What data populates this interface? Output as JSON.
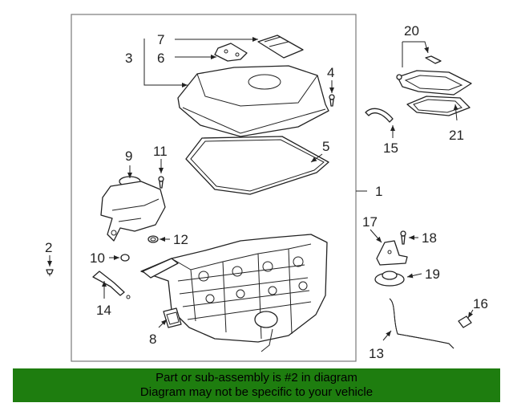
{
  "callouts": {
    "c1": "1",
    "c2": "2",
    "c3": "3",
    "c4": "4",
    "c5": "5",
    "c6": "6",
    "c7": "7",
    "c8": "8",
    "c9": "9",
    "c10": "10",
    "c11": "11",
    "c12": "12",
    "c13": "13",
    "c14": "14",
    "c15": "15",
    "c16": "16",
    "c17": "17",
    "c18": "18",
    "c19": "19",
    "c20": "20",
    "c21": "21"
  },
  "banner": {
    "line1": "Part or sub-assembly is #2 in diagram",
    "line2": "Diagram may not be specific to your vehicle",
    "color": "#1e7d0f"
  }
}
